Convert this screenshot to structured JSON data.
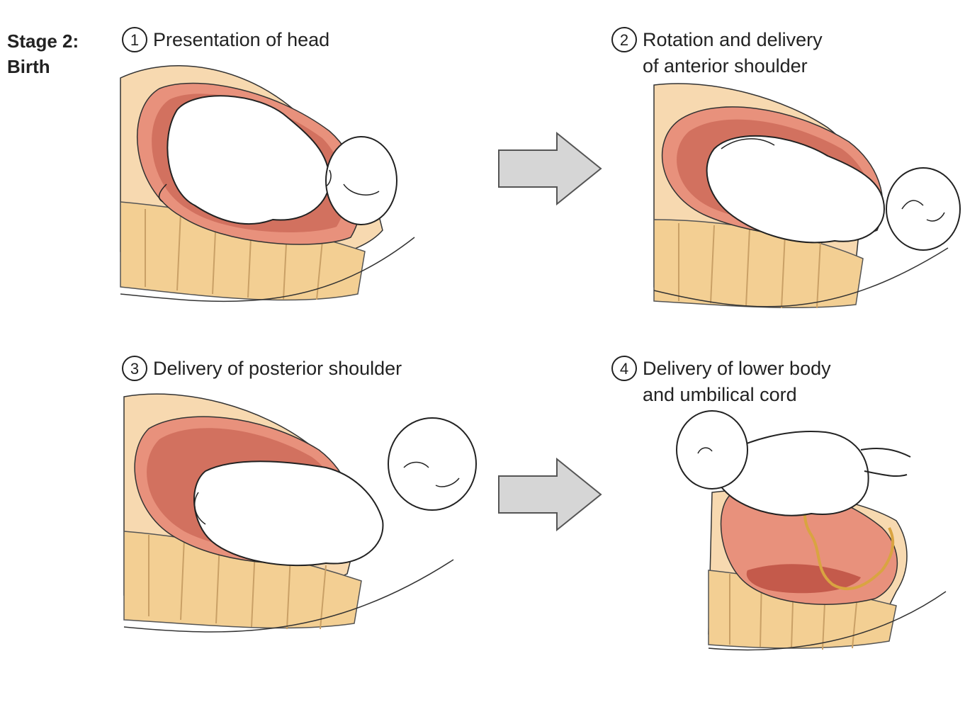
{
  "stage": {
    "line1": "Stage 2:",
    "line2": "Birth"
  },
  "panels": [
    {
      "number": "1",
      "lines": [
        "Presentation of head"
      ]
    },
    {
      "number": "2",
      "lines": [
        "Rotation and delivery",
        "of anterior shoulder"
      ]
    },
    {
      "number": "3",
      "lines": [
        "Delivery of posterior shoulder"
      ]
    },
    {
      "number": "4",
      "lines": [
        "Delivery of lower body",
        "and umbilical cord"
      ]
    }
  ],
  "colors": {
    "uterus_outer": "#e8917c",
    "uterus_inner": "#d2715f",
    "tissue": "#f7d9b0",
    "spine": "#f3cf93",
    "arrow": "#d6d6d6",
    "cord": "#d9a441"
  },
  "icons": [
    "circled-number-icon",
    "right-arrow-icon",
    "baby-illustration",
    "uterus-illustration",
    "spine-illustration",
    "umbilical-cord-illustration"
  ]
}
